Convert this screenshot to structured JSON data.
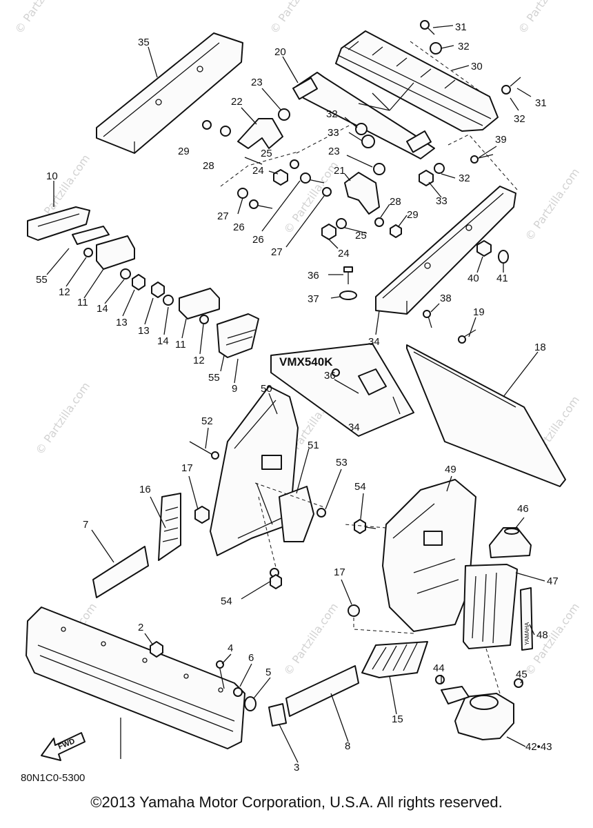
{
  "callouts": {
    "p35": "35",
    "p20": "20",
    "p31a": "31",
    "p32a": "32",
    "p30": "30",
    "p31b": "31",
    "p32b": "32",
    "p23a": "23",
    "p22": "22",
    "p32c": "32",
    "p33a": "33",
    "p39": "39",
    "p29a": "29",
    "p28a": "28",
    "p25a": "25",
    "p24a": "24",
    "p23b": "23",
    "p21": "21",
    "p32d": "32",
    "p33b": "33",
    "p10": "10",
    "p27a": "27",
    "p26a": "26",
    "p26b": "26",
    "p27b": "27",
    "p28b": "28",
    "p29b": "29",
    "p25b": "25",
    "p24b": "24",
    "p55a": "55",
    "p12a": "12",
    "p11a": "11",
    "p14a": "14",
    "p13a": "13",
    "p13b": "13",
    "p14b": "14",
    "p11b": "11",
    "p12b": "12",
    "p55b": "55",
    "p9": "9",
    "p36a": "36",
    "p37": "37",
    "p40": "40",
    "p41": "41",
    "p38": "38",
    "p19": "19",
    "p34a": "34",
    "p18": "18",
    "p36b": "36",
    "p34b": "34",
    "p50": "50",
    "p52": "52",
    "p51": "51",
    "p53": "53",
    "p17a": "17",
    "p16": "16",
    "p7": "7",
    "p54a": "54",
    "p49": "49",
    "p46": "46",
    "p54b": "54",
    "p47": "47",
    "p48": "48",
    "p17b": "17",
    "p2": "2",
    "p4": "4",
    "p6": "6",
    "p5": "5",
    "p44": "44",
    "p45": "45",
    "p15": "15",
    "p8": "8",
    "p3": "3",
    "p4243": "42•43"
  },
  "variant_label": "VMX540K",
  "fwd_label": "FWD",
  "decal_text": "YAMAHA",
  "diagram_code": "80N1C0-5300",
  "watermark_text": "© Partzilla.com",
  "footer_text": "©2013 Yamaha Motor Corporation, U.S.A. All rights reserved."
}
